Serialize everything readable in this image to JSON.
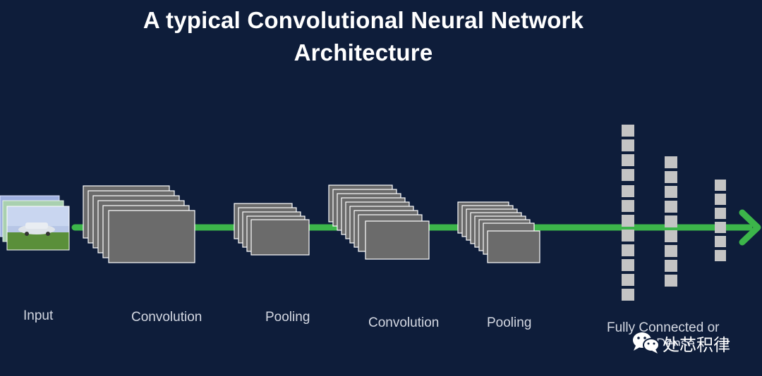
{
  "title_line1": "A typical Convolutional Neural Network",
  "title_line2": "Architecture",
  "stages": {
    "input": "Input",
    "conv1": "Convolution",
    "pool1": "Pooling",
    "conv2": "Convolution",
    "pool2": "Pooling",
    "fc": "Fully Connected or",
    "fc_partial": "Dense"
  },
  "watermark": "处芯积律",
  "colors": {
    "background": "#0e1d3a",
    "arrow": "#3cb54a",
    "feature_map": "#6b6b6b",
    "neuron": "#c4c4c4"
  }
}
